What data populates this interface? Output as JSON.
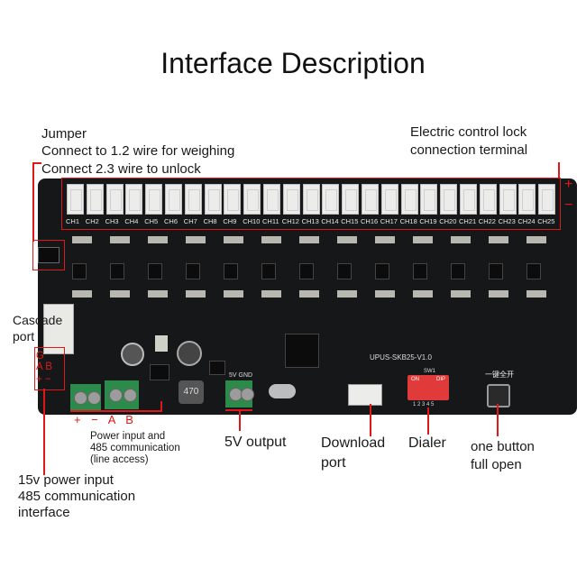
{
  "title": "Interface Description",
  "labels": {
    "jumper": [
      "Jumper",
      "Connect to 1.2 wire for weighing",
      "Connect 2.3 wire to unlock"
    ],
    "lock_terminal": [
      "Electric control lock",
      "connection terminal"
    ],
    "lock_plus": "+",
    "lock_minus": "−",
    "cascade": [
      "Cascade",
      "port"
    ],
    "cascade_pins": [
      "G",
      "A B",
      "+ −"
    ],
    "terminal_pins": "+ − A B",
    "power_small": [
      "Power input and",
      "485 communication",
      "(line access)"
    ],
    "output_5v": "5V output",
    "download": [
      "Download",
      "port"
    ],
    "dialer": "Dialer",
    "one_button": [
      "one button",
      "full open"
    ],
    "power_15v": [
      "15v power input",
      "485 communication",
      "interface"
    ]
  },
  "board": {
    "model": "UPUS-SKB25-V1.0",
    "channels": [
      "CH1",
      "CH2",
      "CH3",
      "CH4",
      "CH5",
      "CH6",
      "CH7",
      "CH8",
      "CH9",
      "CH10",
      "CH11",
      "CH12",
      "CH13",
      "CH14",
      "CH15",
      "CH16",
      "CH17",
      "CH18",
      "CH19",
      "CH20",
      "CH21",
      "CH22",
      "CH23",
      "CH24",
      "CH25"
    ],
    "inductor": "470",
    "dip_on": "ON",
    "dip_label": "DIP",
    "dip_numbers": "1 2 3 4 5",
    "sw_label": "SW1",
    "button_label": "一键全开",
    "gnd_label": "5V GND"
  },
  "colors": {
    "accent": "#e01818",
    "board": "#161718",
    "terminal": "#2c8a4a"
  }
}
